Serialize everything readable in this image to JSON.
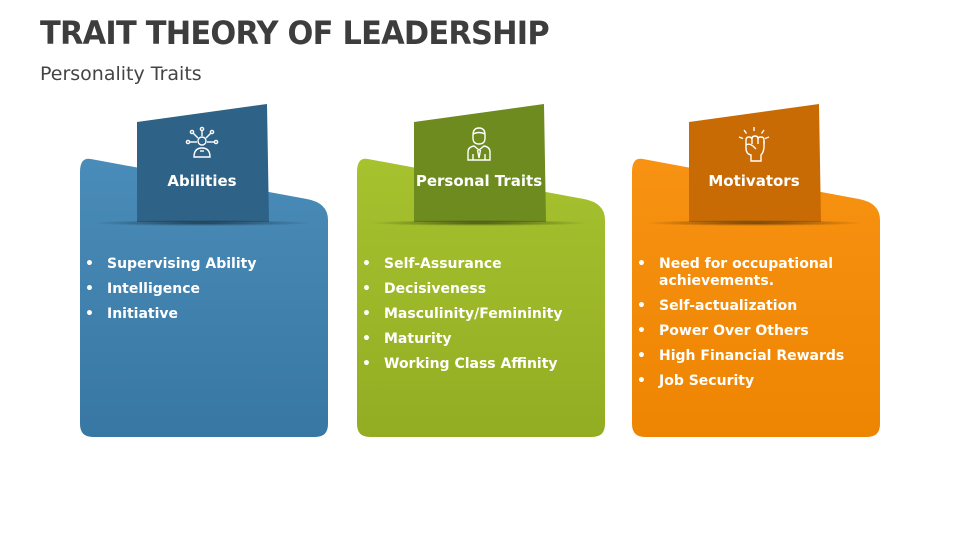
{
  "title": "TRAIT THEORY OF LEADERSHIP",
  "subtitle": "Personality Traits",
  "cards": [
    {
      "heading": "Abilities",
      "icon": "person-network-icon",
      "colors": {
        "tab": "#2e6286",
        "body_top": "#4788b5",
        "body_bottom": "#3a78a4",
        "stroke": "#ffffff"
      },
      "items": [
        "Supervising Ability",
        "Intelligence",
        "Initiative"
      ]
    },
    {
      "heading": "Personal Traits",
      "icon": "businessman-icon",
      "colors": {
        "tab": "#6d8b1e",
        "body_top": "#a3bf2c",
        "body_bottom": "#94ae24",
        "stroke": "#ffffff"
      },
      "items": [
        "Self-Assurance",
        "Decisiveness",
        "Masculinity/Femininity",
        "Maturity",
        "Working Class Affinity"
      ]
    },
    {
      "heading": "Motivators",
      "icon": "raised-fist-icon",
      "colors": {
        "tab": "#c86b05",
        "body_top": "#f7900f",
        "body_bottom": "#ef8603",
        "stroke": "#ffffff"
      },
      "items": [
        "Need for occupational achievements.",
        "Self-actualization",
        "Power Over Others",
        "High Financial Rewards",
        "Job Security"
      ]
    }
  ]
}
